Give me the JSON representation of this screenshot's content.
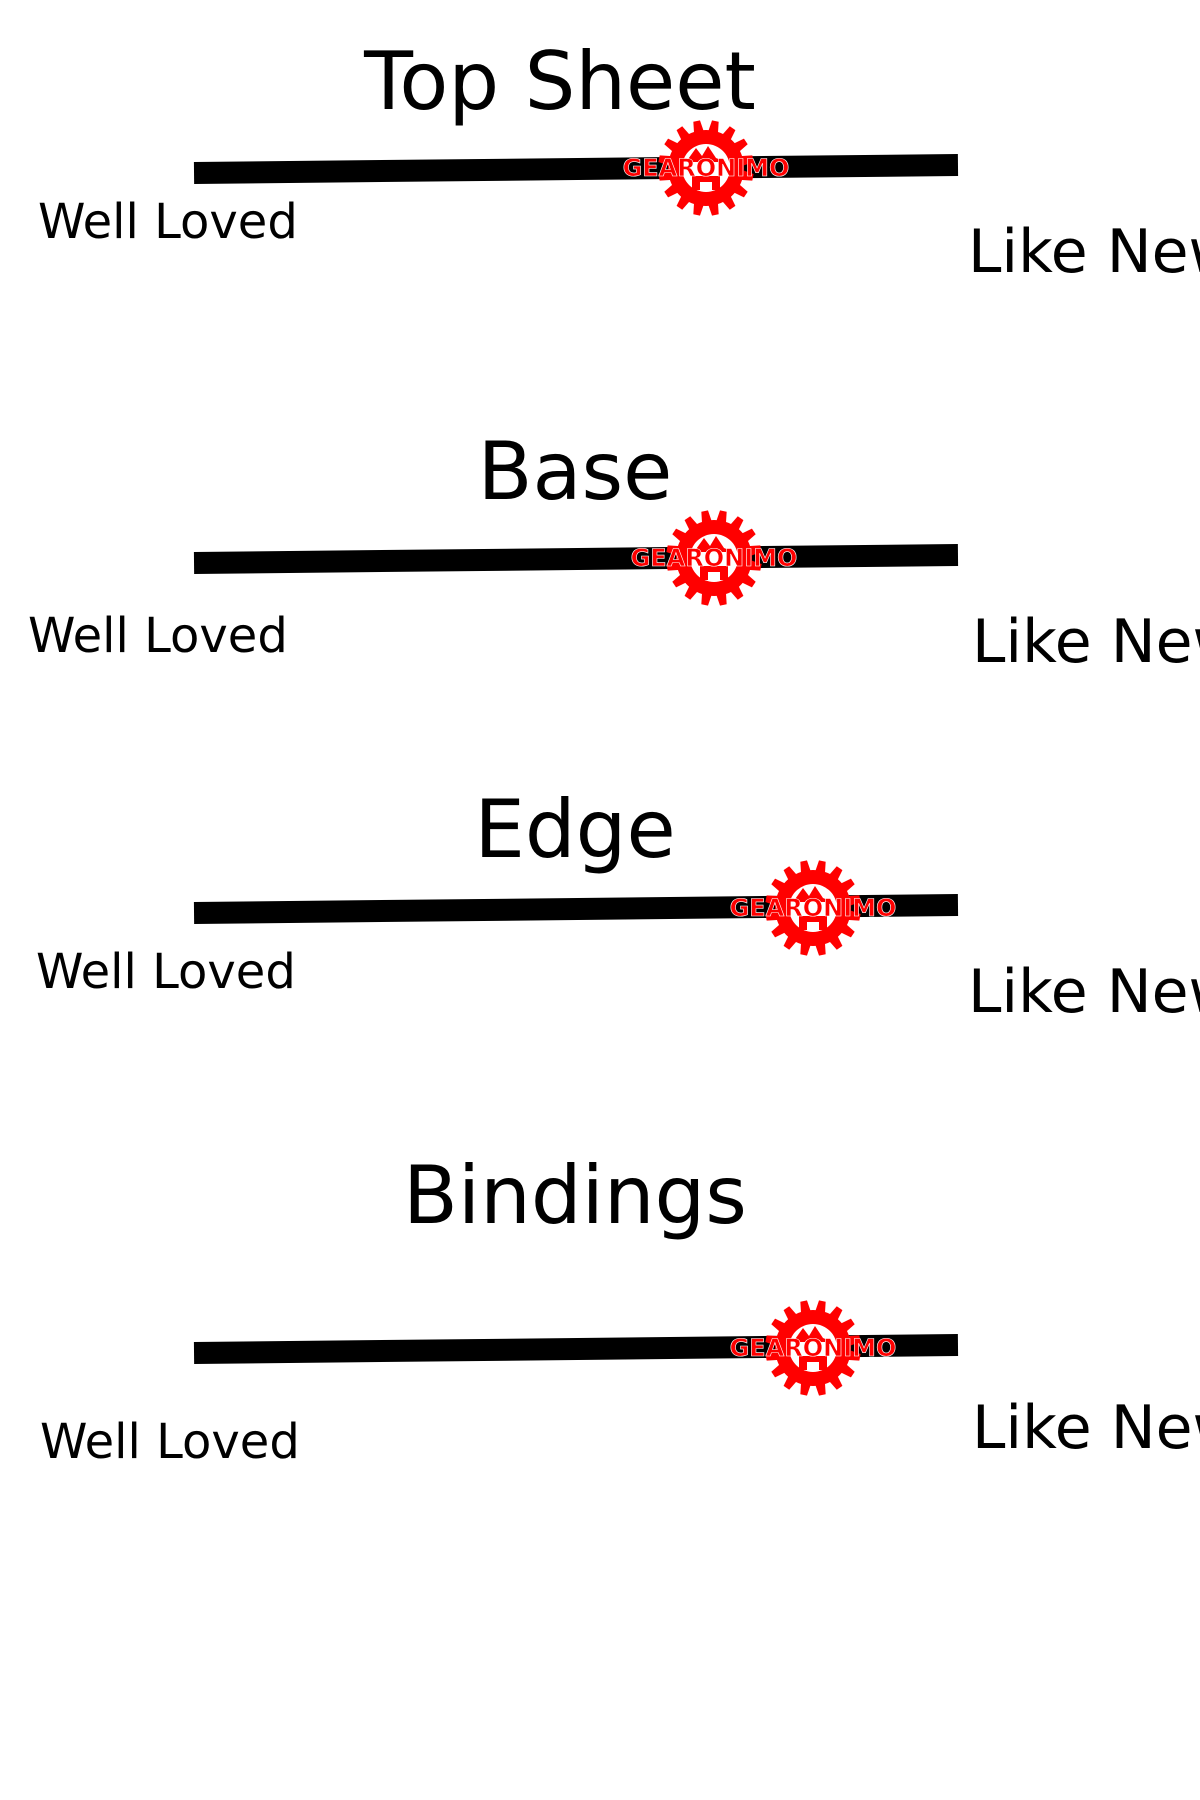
{
  "scales": [
    {
      "title": "Top Sheet",
      "left_label": "Well Loved",
      "right_label": "Like New",
      "level": 0.67
    },
    {
      "title": "Base",
      "left_label": "Well Loved",
      "right_label": "Like New",
      "level": 0.68
    },
    {
      "title": "Edge",
      "left_label": "Well Loved",
      "right_label": "Like New",
      "level": 0.81
    },
    {
      "title": "Bindings",
      "left_label": "Well Loved",
      "right_label": "Like New",
      "level": 0.81
    }
  ],
  "marker": {
    "logo_text": "GEARONIMO",
    "icon": "gear-logo-icon",
    "color": "#ff0000"
  },
  "colors": {
    "track": "#000000",
    "background": "#ffffff"
  }
}
